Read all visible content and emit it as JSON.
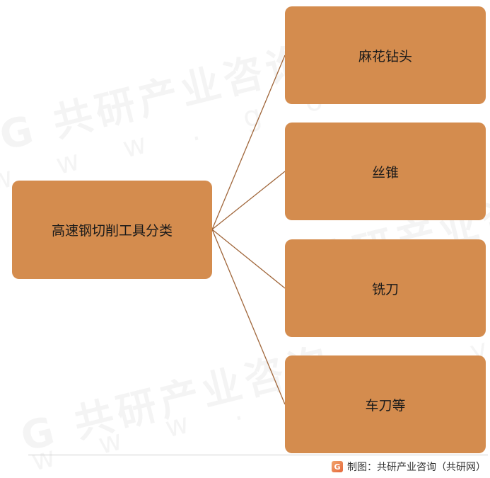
{
  "diagram": {
    "root": {
      "label": "高速钢切削工具分类"
    },
    "children": [
      {
        "label": "麻花钻头"
      },
      {
        "label": "丝锥"
      },
      {
        "label": "铣刀"
      },
      {
        "label": "车刀等"
      }
    ]
  },
  "watermark": {
    "brand": "共研产业咨询",
    "url": "w w w . g o n y n . c o m"
  },
  "footer": {
    "source": "制图：共研产业咨询（共研网）"
  },
  "colors": {
    "node_fill": "#D48C4E",
    "connector": "#A0663A",
    "text": "#1a1a1a"
  }
}
